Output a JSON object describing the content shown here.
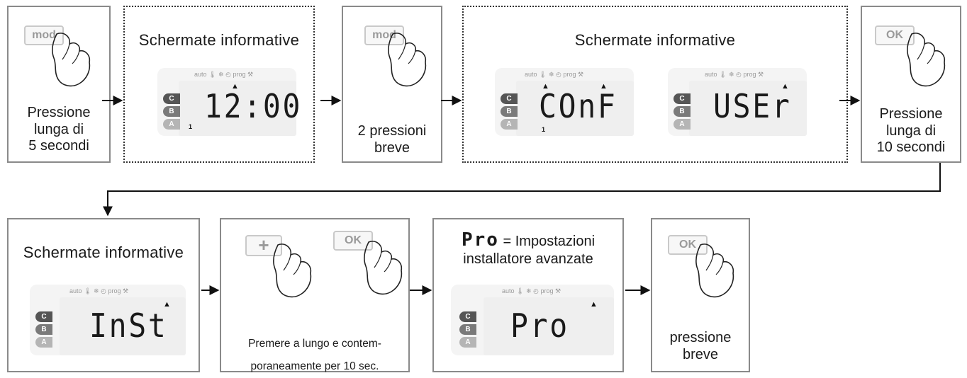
{
  "step_press_long_5": {
    "key": "mod",
    "line1": "Pressione",
    "line2": "lunga di",
    "line3": "5 secondi"
  },
  "info_screen_1": {
    "title": "Schermate informative",
    "display": "12:00",
    "marker": "1"
  },
  "step_press_short_2": {
    "key": "mod",
    "line1": "2 pressioni",
    "line2": "breve"
  },
  "info_screen_2": {
    "title": "Schermate informative",
    "display_a": "COnF",
    "marker_a": "1",
    "display_b": "USEr"
  },
  "step_press_long_10": {
    "key": "OK",
    "line1": "Pressione",
    "line2": "lunga di",
    "line3": "10 secondi"
  },
  "info_screen_3": {
    "title": "Schermate informative",
    "display": "InSt"
  },
  "step_press_combo": {
    "key_plus": "+",
    "key_ok": "OK",
    "line1": "Premere a lungo e contem-",
    "line2": "poraneamente per 10 sec."
  },
  "pro_screen": {
    "code": "Pro",
    "equals_text": "= Impostazioni",
    "line2": "installatore avanzate",
    "display": "Pro"
  },
  "step_press_short_final": {
    "key": "OK",
    "line1": "pressione",
    "line2": "breve"
  },
  "lcd_icons": {
    "auto": "auto",
    "prog": "prog"
  },
  "modes": {
    "c": "C",
    "b": "B",
    "a": "A"
  }
}
